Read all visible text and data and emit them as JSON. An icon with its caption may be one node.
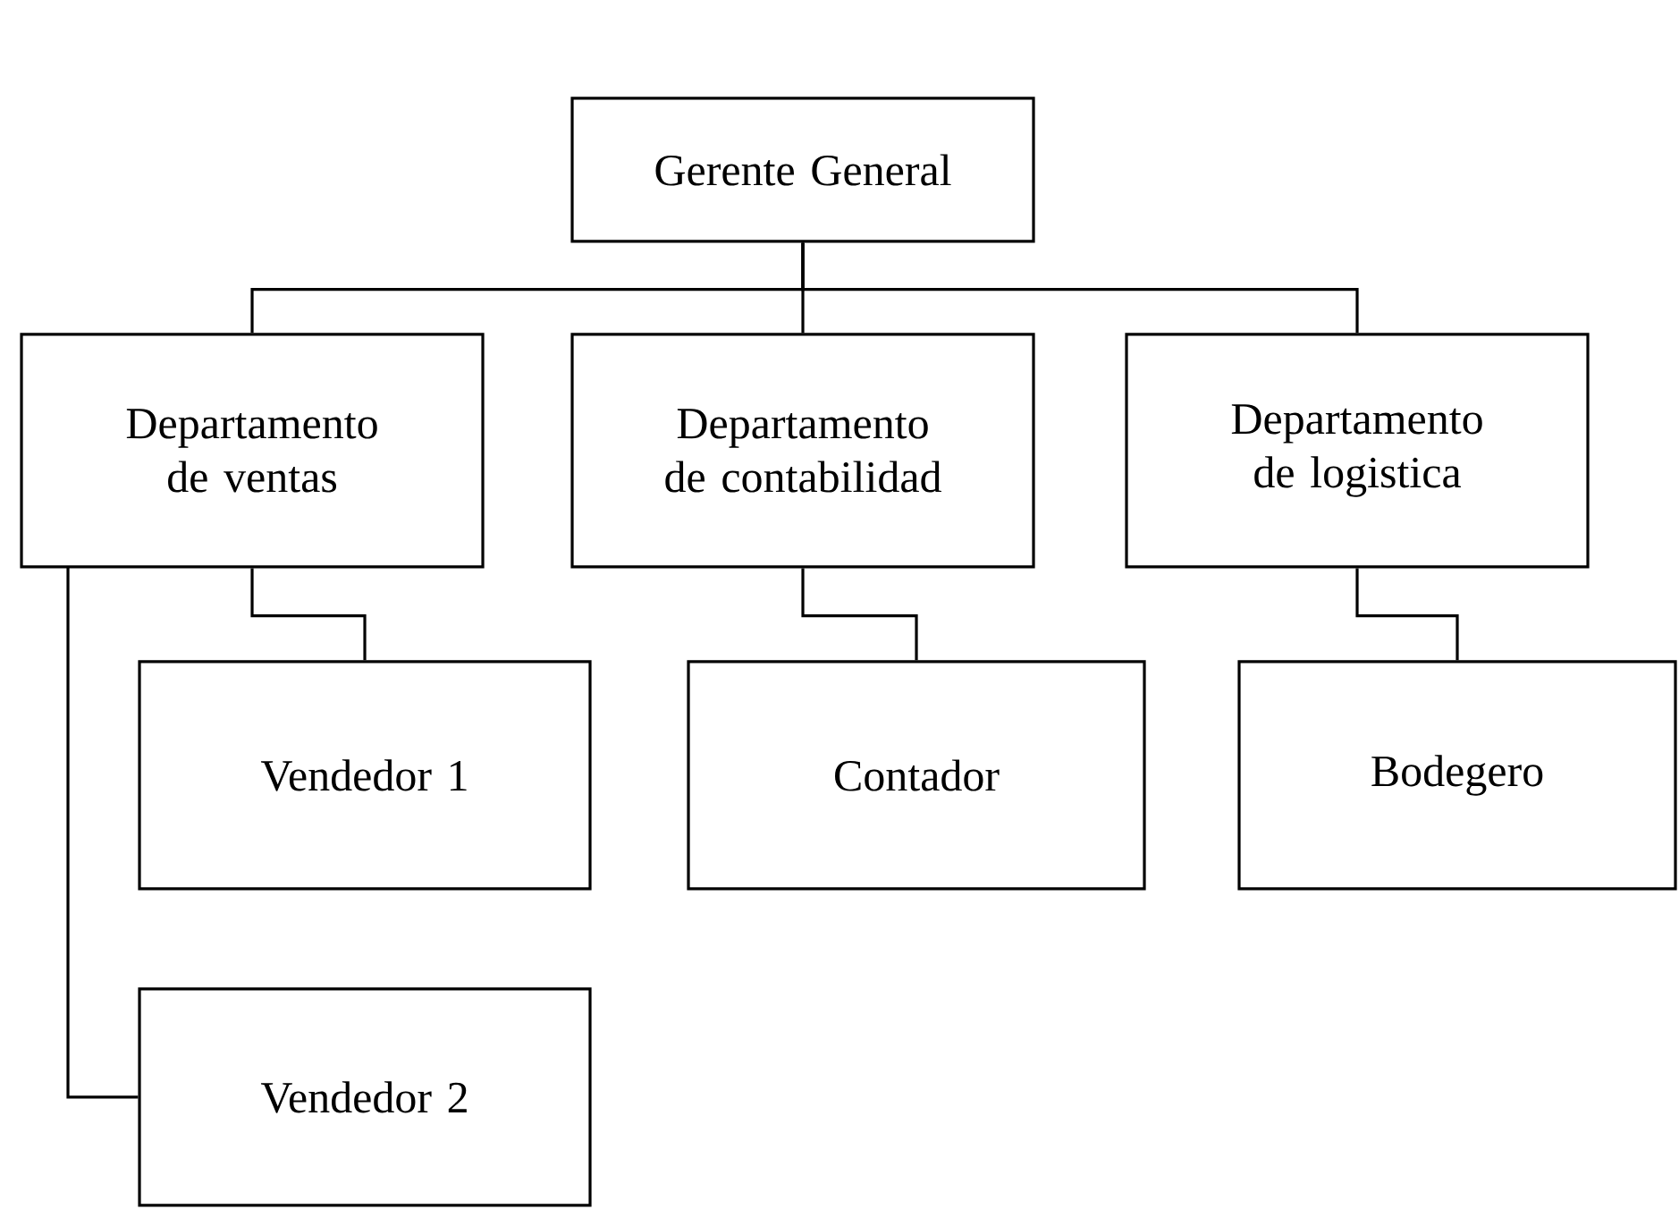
{
  "diagram": {
    "nodes": [
      {
        "text": [
          "Gerente General"
        ]
      },
      {
        "text": [
          "Departamento de ventas"
        ]
      },
      {
        "text": [
          "Departamento de contabilidad"
        ]
      },
      {
        "text": [
          "Departamento de logistica"
        ]
      },
      {
        "text": [
          "Vendedor 1"
        ]
      },
      {
        "text": [
          "Vendedor 2"
        ]
      },
      {
        "text": [
          "Contador"
        ]
      },
      {
        "text": [
          "Bodegero"
        ]
      }
    ],
    "edges": [
      {
        "from": 0,
        "to": 1,
        "arrow": "none"
      },
      {
        "from": 0,
        "to": 2,
        "arrow": "none"
      },
      {
        "from": 0,
        "to": 3,
        "arrow": "none"
      },
      {
        "from": 1,
        "to": 4,
        "arrow": "none"
      },
      {
        "from": 1,
        "to": 5,
        "arrow": "none"
      },
      {
        "from": 2,
        "to": 6,
        "arrow": "none"
      },
      {
        "from": 3,
        "to": 7,
        "arrow": "none"
      }
    ]
  }
}
